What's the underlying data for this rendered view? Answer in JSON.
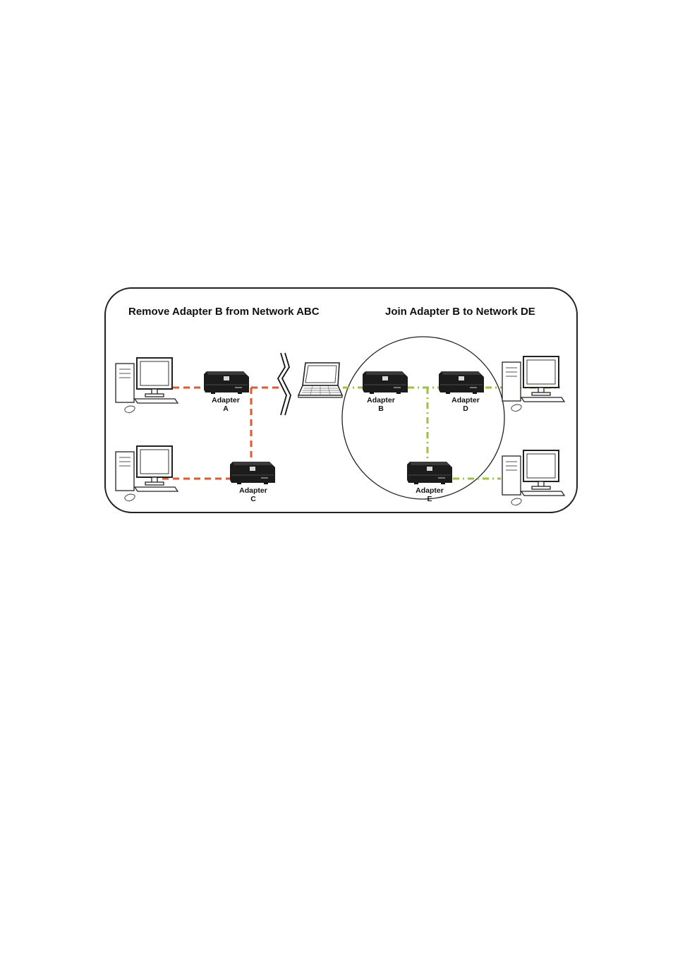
{
  "titles": {
    "left": "Remove Adapter B from Network ABC",
    "right": "Join Adapter B to Network DE"
  },
  "adapters": {
    "a": {
      "word": "Adapter",
      "letter": "A"
    },
    "b": {
      "word": "Adapter",
      "letter": "B"
    },
    "c": {
      "word": "Adapter",
      "letter": "C"
    },
    "d": {
      "word": "Adapter",
      "letter": "D"
    },
    "e": {
      "word": "Adapter",
      "letter": "E"
    }
  },
  "colors": {
    "network_abc": "#e8562a",
    "network_de": "#9ac43a",
    "border": "#222222",
    "device": "#1c1c1c"
  }
}
